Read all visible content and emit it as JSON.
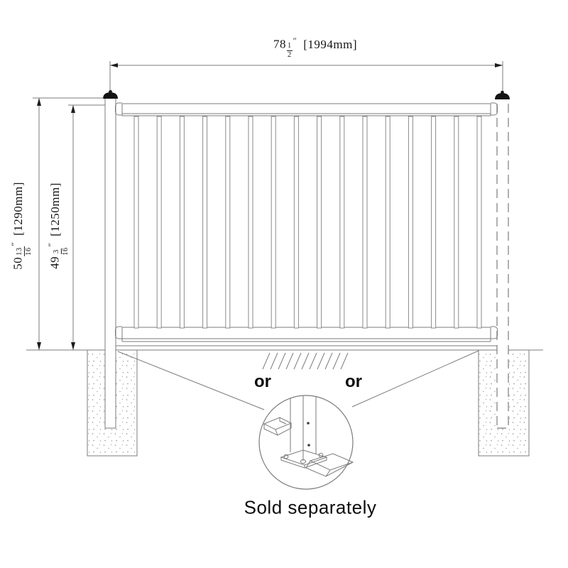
{
  "dim_top": {
    "whole": "78",
    "num": "1",
    "den": "2",
    "inch": "″",
    "metric": "[1994mm]"
  },
  "dim_left_outer": {
    "whole": "50",
    "num": "13",
    "den": "16",
    "inch": "″",
    "metric": "[1290mm]"
  },
  "dim_left_inner": {
    "whole": "49",
    "num": "3",
    "den": "16",
    "inch": "″",
    "metric": "[1250mm]"
  },
  "labels": {
    "or_left": "or",
    "or_right": "or",
    "caption": "Sold separately"
  },
  "structure": {
    "picket_count": 16
  },
  "colors": {
    "line": "#7b7b7b",
    "cap_black": "#141414",
    "text": "#111111",
    "background": "#ffffff"
  }
}
